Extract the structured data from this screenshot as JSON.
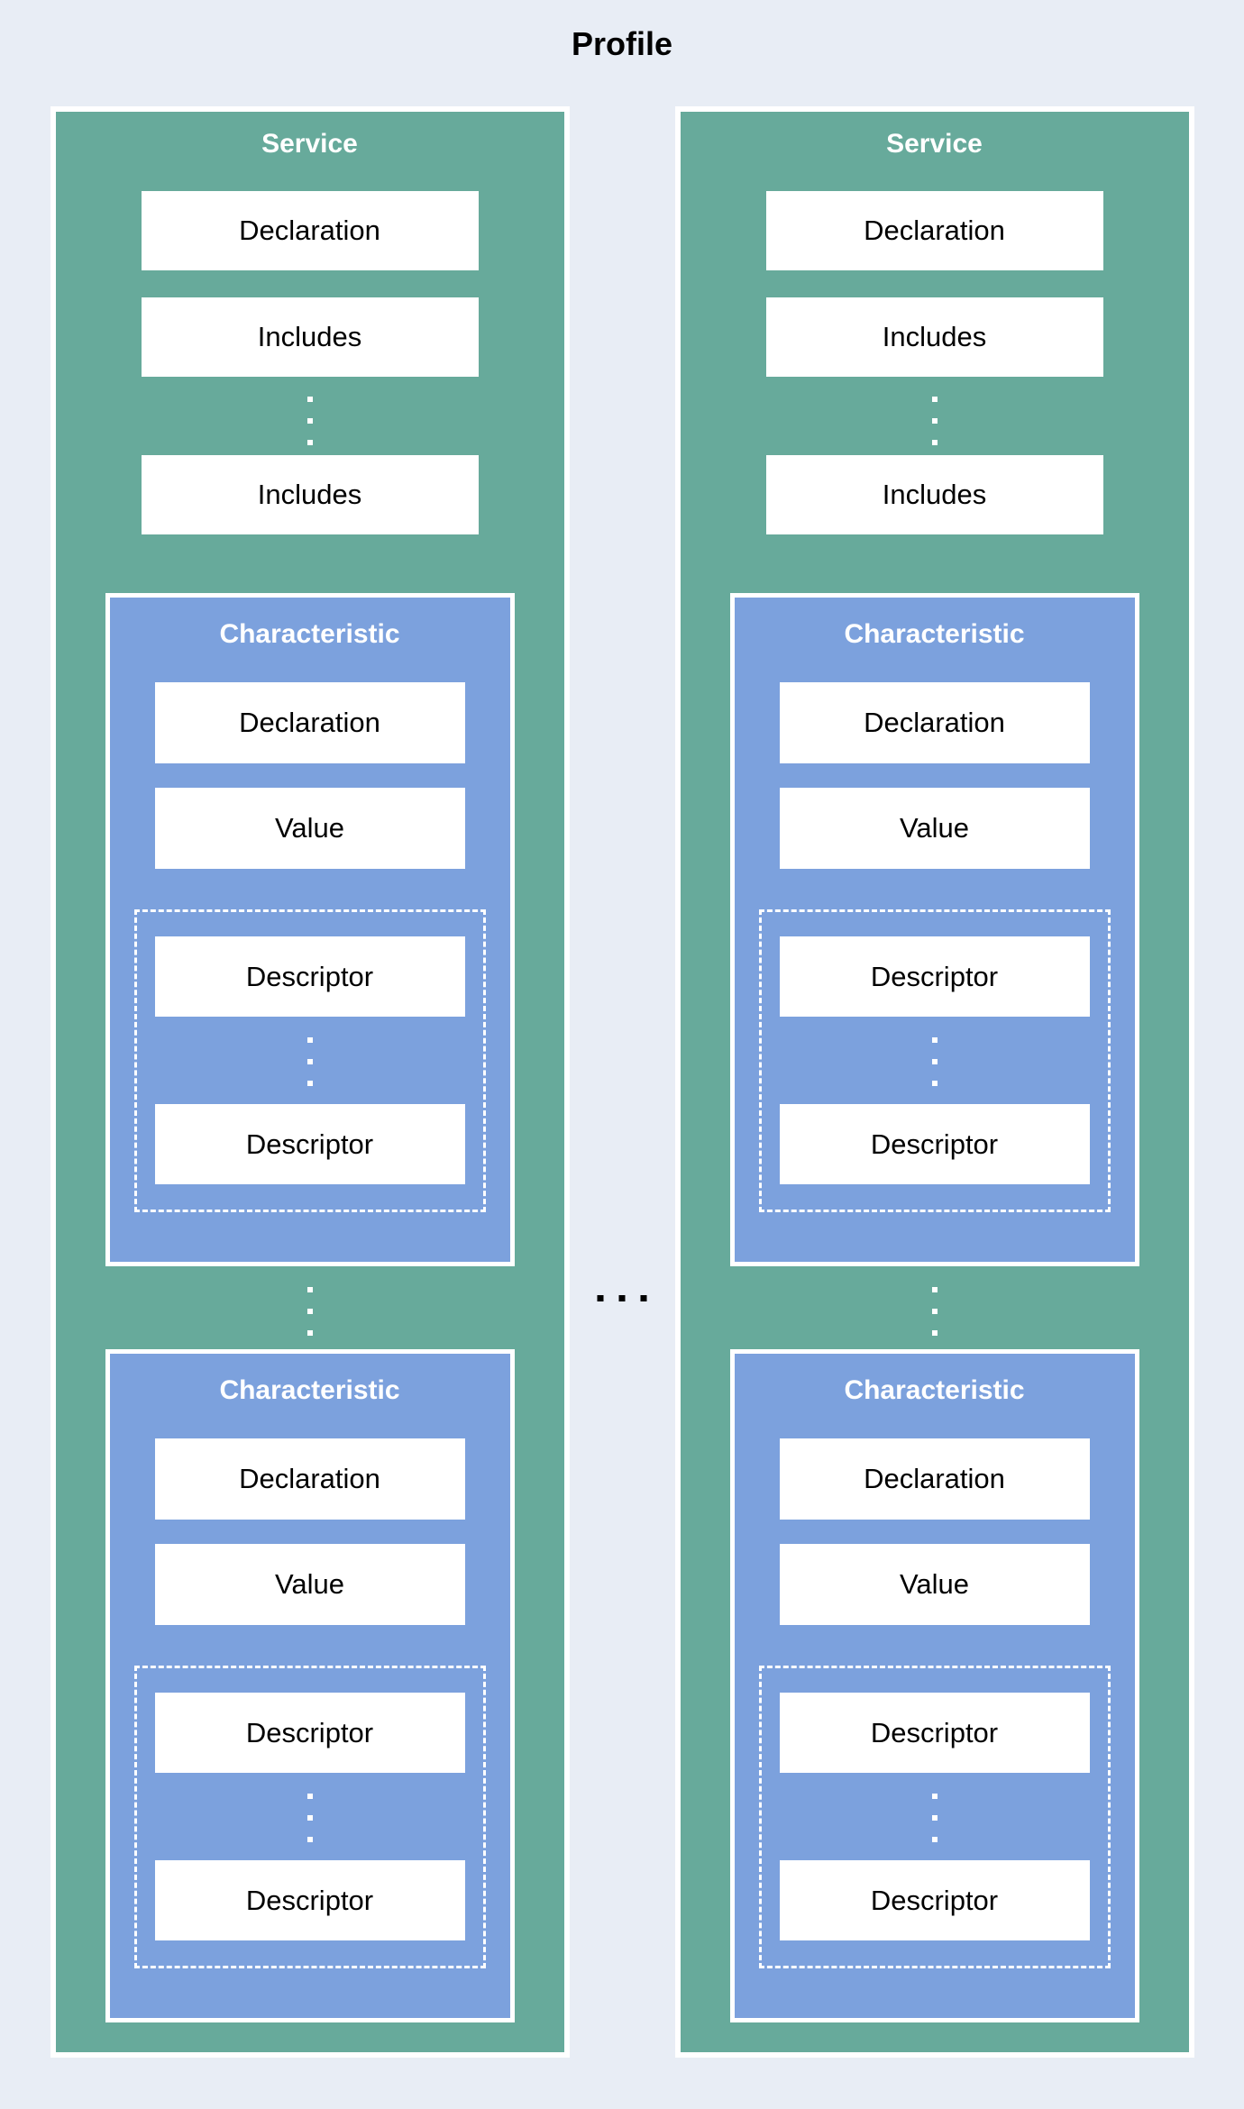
{
  "title": "Profile",
  "colors": {
    "background": "#E8EDF5",
    "service_fill": "#67AA9B",
    "characteristic_fill": "#7CA1DD",
    "box_fill": "#FFFFFF",
    "text_dark": "#000000",
    "text_light": "#FFFFFF"
  },
  "icons": {
    "between_includes": "vertical-ellipsis",
    "between_descriptors": "vertical-ellipsis",
    "between_characteristics": "vertical-ellipsis",
    "between_services": "horizontal-ellipsis"
  },
  "services": [
    {
      "title": "Service",
      "declaration_label": "Declaration",
      "includes_labels": [
        "Includes",
        "Includes"
      ],
      "characteristics": [
        {
          "title": "Characteristic",
          "declaration_label": "Declaration",
          "value_label": "Value",
          "descriptor_labels": [
            "Descriptor",
            "Descriptor"
          ]
        },
        {
          "title": "Characteristic",
          "declaration_label": "Declaration",
          "value_label": "Value",
          "descriptor_labels": [
            "Descriptor",
            "Descriptor"
          ]
        }
      ]
    },
    {
      "title": "Service",
      "declaration_label": "Declaration",
      "includes_labels": [
        "Includes",
        "Includes"
      ],
      "characteristics": [
        {
          "title": "Characteristic",
          "declaration_label": "Declaration",
          "value_label": "Value",
          "descriptor_labels": [
            "Descriptor",
            "Descriptor"
          ]
        },
        {
          "title": "Characteristic",
          "declaration_label": "Declaration",
          "value_label": "Value",
          "descriptor_labels": [
            "Descriptor",
            "Descriptor"
          ]
        }
      ]
    }
  ]
}
